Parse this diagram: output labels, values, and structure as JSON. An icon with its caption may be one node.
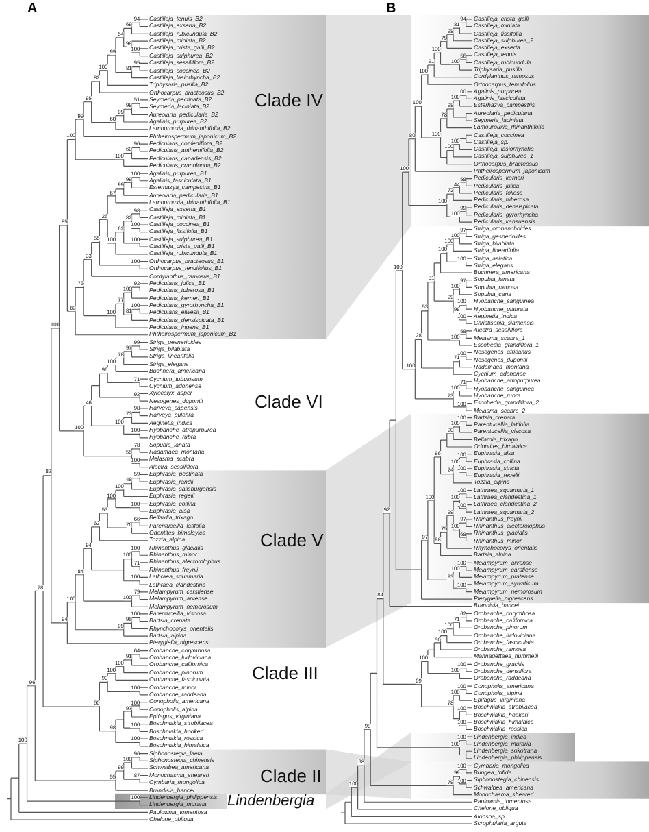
{
  "diagram": {
    "labels": [
      "A",
      "Castilleja_tenuis_B2",
      "Castilleja_exserta_B2",
      "Castilleja_rubicundula_B2",
      "Castilleja_miniata_B2",
      "Castilleja_crista_galli_B2",
      "Castilleja_sulphurea_B2",
      "Castilleja_sessiliflora_B2",
      "Castilleja_coccinea_B2",
      "Castilleja_lasiorhyncha_B2",
      "Triphysaria_pusilla_B2",
      "Orthocarpus_bracteosus_B2",
      "Seymeria_pectinata_B2",
      "Seymeria_laciniata_B2",
      "Aureolaria_pedicularia_B2",
      "Agalinis_purpurea_B2",
      "Lamourouxia_rhinanthifolia_B2",
      "Phtheirospermum_japonicum_B2",
      "Pedicularis_confertiflora_B2",
      "Pedicularis_anthemifolia_B2",
      "Pedicularis_canadensis_B2",
      "Pedicularis_cranolopha_B2",
      "Agalinis_purpurea_B1",
      "Agalinis_fasciculata_B1",
      "Esterhazya_campestris_B1",
      "Aureolaria_pedicularia_B1",
      "Lamourouxia_rhinanthifolia_B1",
      "Castilleja_exserta_B1",
      "Castilleja_miniata_B1",
      "Castilleja_coccinea_B1",
      "Castilleja_fissifolia_B1",
      "Castilleja_sulphurea_B1",
      "Castilleja_crista_galli_B1",
      "Castilleja_rubicundula_B1",
      "Orthocarpus_bracteosus_B1",
      "Orthocarpus_tenuifolius_B1",
      "Cordylanthus_ramosus_B1",
      "Pedicularis_julica_B1",
      "Pedicularis_tuberosa_B1",
      "Pedicularis_kerneri_B1",
      "Pedicularis_gyrorhyncha_B1",
      "Pedicularis_elwesii_B1",
      "Pedicularis_densispicata_B1",
      "Pedicularis_ingens_B1",
      "Phtheirospermum_japonicum_B1",
      "Striga_gesnerioides",
      "Striga_bilabiata",
      "Striga_linearifolia",
      "Striga_elegans",
      "Buchnera_americana",
      "Cycnium_tubulosum",
      "Cycnium_adonense",
      "Xylocalyx_asper",
      "Nesogenes_dupontii",
      "Harveya_capensis",
      "Harveya_pulchra",
      "Aeginetia_indica",
      "Hyobanche_atropurpurea",
      "Hyobanche_rubra",
      "Sopubia_lanata",
      "Radamaea_montana",
      "Melasma_scabra",
      "Alectra_sessiliflora",
      "Euphrasia_pectinata",
      "Euphrasia_randii",
      "Euphrasia_salisburgensis",
      "Euphrasia_regelii",
      "Euphrasia_collina",
      "Euphrasia_alsa",
      "Bellardia_trixago",
      "Parentucellia_latifolia",
      "Odontites_himalayica",
      "Tozzia_alpina",
      "Rhinanthus_glacialis",
      "Rhinanthus_minor",
      "Rhinanthus_alectorolophus",
      "Rhinanthus_freynii",
      "Lathraea_squamaria",
      "Lathraea_clandestina",
      "Melampyrum_carstiense",
      "Melampyrum_arvense",
      "Melampyrum_nemorosum",
      "Parentucellia_viscosa",
      "Bartsia_crenata",
      "Rhynchocorys_orientalis",
      "Bartsia_alpina",
      "Pterygiella_nigrescens",
      "Orobanche_corymbosa",
      "Orobanche_ludoviciana",
      "Orobanche_californica",
      "Orobanche_pinorum",
      "Orobanche_fasciculata",
      "Orobanche_minor",
      "Orobanche_raddeana",
      "Conopholis_americana",
      "Conopholis_alpina",
      "Epifagus_virginiana",
      "Boschniakia_strobilacea",
      "Boschniakia_hookeri",
      "Boschniakia_rossica",
      "Boschniakia_himalaica",
      "Siphonostegia_laeta",
      "Siphonostegia_chinensis",
      "Schwalbea_americana",
      "Monochasma_sheareri",
      "Cymbaria_mongolica",
      "Brandisia_hancei",
      "Lindenbergia_philippensis",
      "Lindenbergia_muraria",
      "Paulownia_tomentosa",
      "Chelone_obliqua",
      "94",
      "69",
      "100",
      "98",
      "54",
      "95",
      "81",
      "99",
      "100",
      "82",
      "51",
      "98",
      "99",
      "60",
      "95",
      "99",
      "96",
      "60",
      "100",
      "100",
      "100",
      "99",
      "99",
      "67",
      "98",
      "100",
      "82",
      "100",
      "62",
      "100",
      "26",
      "100",
      "55",
      "33",
      "92",
      "100",
      "100",
      "81",
      "77",
      "100",
      "76",
      "89",
      "85",
      "99",
      "97",
      "78",
      "100",
      "71",
      "96",
      "92",
      "98",
      "73",
      "100",
      "100",
      "46",
      "78",
      "100",
      "55",
      "100",
      "100",
      "59",
      "48",
      "100",
      "100",
      "100",
      "66",
      "76",
      "53",
      "62",
      "100",
      "71",
      "100",
      "100",
      "94",
      "79",
      "100",
      "84",
      "100",
      "95",
      "99",
      "100",
      "94",
      "82",
      "64",
      "91",
      "100",
      "100",
      "100",
      "90",
      "100",
      "97",
      "100",
      "100",
      "98",
      "60",
      "78",
      "96",
      "100",
      "87",
      "99",
      "55",
      "96",
      "100",
      "100",
      "Clade IV",
      "Clade VI",
      "Clade V",
      "Clade III",
      "Clade II",
      "Lindenbergia",
      "B",
      "Castilleja_crista_galli",
      "Castilleja_miniata",
      "Castilleja_fissifolia",
      "Castilleja_sulphurea_2",
      "Castilleja_exserta",
      "Castilleja_tenuis",
      "Castilleja_rubicundula",
      "Triphysaria_pusilla",
      "Cordylanthus_ramosus",
      "Orthocarpus_tenuifolius",
      "Agalinis_purpurea",
      "Agalinis_fasciculata",
      "Esterhazya_campestris",
      "Aureolaria_pedicularia",
      "Seymeria_laciniata",
      "Lamourouxia_rhinanthifolia",
      "Castilleja_coccinea",
      "Castilleja_sp.",
      "Castilleja_lasiorhyncha",
      "Castilleja_sulphurea_1",
      "Orthocarpus_bracteosus",
      "Phtheirospermum_japonicum",
      "Pedicularis_kerneri",
      "Pedicularis_julica",
      "Pedicularis_foliosa",
      "Pedicularis_tuberosa",
      "Pedicularis_densispicata",
      "Pedicularis_gyrorhyncha",
      "Pedicularis_kansuensis",
      "Striga_orobanchoides",
      "Striga_gesnerioides",
      "Striga_bilabiata",
      "Striga_linearifolia",
      "Striga_asiatica",
      "Striga_elegans",
      "Buchnera_americana",
      "Sopubia_lanata",
      "Sopubia_ramosa",
      "Sopubia_cana",
      "Hyobanche_sanguinea",
      "Hyobanche_glabrata",
      "Aeginetia_indica",
      "Christisonia_siamensis",
      "Alectra_sessiliflora",
      "Melasma_scabra_1",
      "Escobedia_grandiflora_1",
      "Nesogenes_africanus",
      "Nesogenes_dupontii",
      "Radamaea_montana",
      "Cycnium_adonense",
      "Hyobanche_atropurpurea",
      "Hyobanche_sanguinea",
      "Hyobanche_rubra",
      "Escobedia_grandiflora_2",
      "Melasma_scabra_2",
      "Bartsia_crenata",
      "Parentucellia_latifolia",
      "Parentucellia_viscosa",
      "Bellardia_trixago",
      "Odontites_himalaica",
      "Euphrasia_alsa",
      "Euphrasia_collina",
      "Euphrasia_stricta",
      "Euphrasia_regelii",
      "Tozzia_alpina",
      "Lathraea_squamaria_1",
      "Lathraea_clandestina_1",
      "Lathraea_clandestina_2",
      "Lathraea_squamaria_2",
      "Rhinanthus_freynii",
      "Rhinanthus_alectorolophus",
      "Rhinanthus_glacialis",
      "Rhinanthus_minor",
      "Rhynchocorys_orientalis",
      "Bartsia_alpina",
      "Melampyrum_arvense",
      "Melampyrum_carstiense",
      "Melampyrum_pratense",
      "Melampyrum_sylvaticum",
      "Melampyrum_nemorosum",
      "Pterygiella_nigrescens",
      "Brandisia_hancei",
      "Orobanche_corymbosa",
      "Orobanche_californica",
      "Orobanche_pinorum",
      "Orobanche_ludoviciana",
      "Orobanche_fasciculata",
      "Orobanche_ramosa",
      "Mannagettaea_hummelii",
      "Orobanche_gracilis",
      "Orobanche_densiflora",
      "Orobanche_raddeana",
      "Conopholis_americana",
      "Conopholis_alpina",
      "Epifagus_virginiana",
      "Boschniakia_strobilacea",
      "Boschniakia_hookeri",
      "Boschniakia_himalaica",
      "Boschniakia_rossica",
      "Lindenbergia_indica",
      "Lindenbergia_muraria",
      "Lindenbergia_sokotrana",
      "Lindenbergia_philippensis",
      "Cymbaria_mongolica",
      "Bungea_trifida",
      "Siphonostegia_chinensis",
      "Schwalbea_americana",
      "Monochasma_sheareri",
      "Paulownia_tomentosa",
      "Chelone_obliqua",
      "Alonsoa_sp.",
      "Scrophularia_arguta",
      "94",
      "81",
      "98",
      "79",
      "56",
      "100",
      "100",
      "91",
      "100",
      "100",
      "100",
      "98",
      "78",
      "100",
      "100",
      "100",
      "100",
      "80",
      "58",
      "44",
      "73",
      "99",
      "100",
      "100",
      "100",
      "97",
      "100",
      "100",
      "100",
      "100",
      "97",
      "100",
      "100",
      "100",
      "98",
      "99",
      "81",
      "58",
      "100",
      "53",
      "100",
      "71",
      "28",
      "71",
      "100",
      "100",
      "73",
      "100",
      "100",
      "100",
      "100",
      "90",
      "100",
      "100",
      "100",
      "24",
      "86",
      "100",
      "100",
      "100",
      "97",
      "68",
      "100",
      "99",
      "75",
      "98",
      "100",
      "100",
      "100",
      "100",
      "93",
      "97",
      "92",
      "62",
      "71",
      "100",
      "100",
      "50",
      "100",
      "100",
      "100",
      "100",
      "100",
      "100",
      "100",
      "78",
      "99",
      "84",
      "100",
      "100",
      "100",
      "100",
      "99",
      "79",
      "98",
      "68",
      "100"
    ]
  }
}
